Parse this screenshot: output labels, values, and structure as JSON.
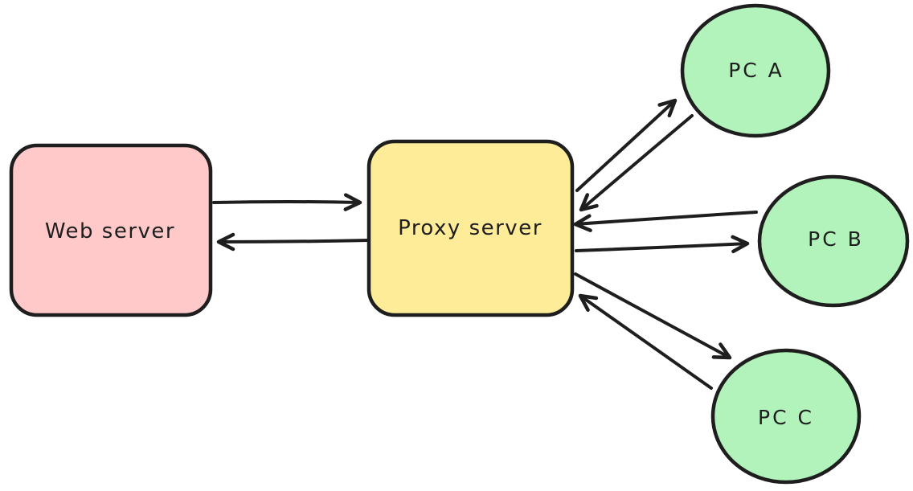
{
  "diagram": {
    "type": "network-topology-sketch",
    "colors": {
      "stroke": "#1e1e1e",
      "background": "#ffffff",
      "node_red": "#ffc9c9",
      "node_yellow": "#ffec99",
      "node_green": "#b2f2bb"
    },
    "nodes": {
      "web_server": {
        "label": "Web server",
        "shape": "rounded-rectangle",
        "fill": "#ffc9c9"
      },
      "proxy_server": {
        "label": "Proxy server",
        "shape": "rounded-rectangle",
        "fill": "#ffec99"
      },
      "pc_a": {
        "label": "PC A",
        "shape": "ellipse",
        "fill": "#b2f2bb"
      },
      "pc_b": {
        "label": "PC B",
        "shape": "ellipse",
        "fill": "#b2f2bb"
      },
      "pc_c": {
        "label": "PC C",
        "shape": "ellipse",
        "fill": "#b2f2bb"
      }
    },
    "edges": [
      {
        "from": "web_server",
        "to": "proxy_server",
        "arrow": "single"
      },
      {
        "from": "proxy_server",
        "to": "web_server",
        "arrow": "single"
      },
      {
        "from": "proxy_server",
        "to": "pc_a",
        "arrow": "single"
      },
      {
        "from": "pc_a",
        "to": "proxy_server",
        "arrow": "single"
      },
      {
        "from": "pc_b",
        "to": "proxy_server",
        "arrow": "single"
      },
      {
        "from": "proxy_server",
        "to": "pc_b",
        "arrow": "single"
      },
      {
        "from": "proxy_server",
        "to": "pc_c",
        "arrow": "single"
      },
      {
        "from": "pc_c",
        "to": "proxy_server",
        "arrow": "single"
      }
    ]
  }
}
